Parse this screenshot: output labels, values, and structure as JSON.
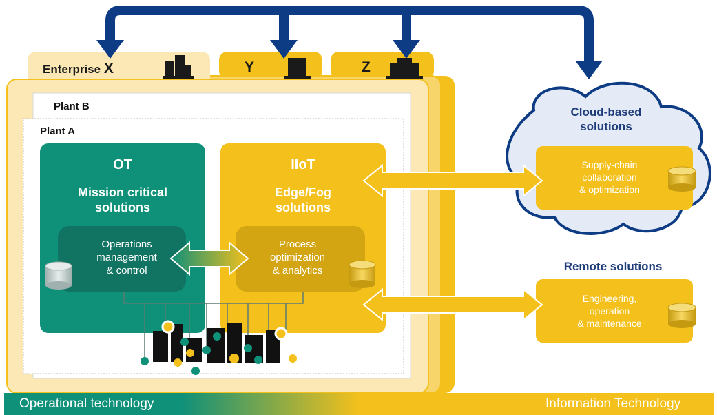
{
  "enterprise": {
    "tab_x_prefix": "Enterprise",
    "tab_x_letter": "X",
    "tab_y_letter": "Y",
    "tab_z_letter": "Z",
    "building_icon": "building-icon"
  },
  "plants": {
    "plant_b": "Plant B",
    "plant_a": "Plant A"
  },
  "ot_panel": {
    "title": "OT",
    "subtitle_line1": "Mission critical",
    "subtitle_line2": "solutions",
    "inner_line1": "Operations",
    "inner_line2": "management",
    "inner_line3": "& control",
    "color": "#0f9079"
  },
  "iiot_panel": {
    "title": "IIoT",
    "subtitle_line1": "Edge/Fog",
    "subtitle_line2": "solutions",
    "inner_line1": "Process",
    "inner_line2": "optimization",
    "inner_line3": "& analytics",
    "color": "#f3c01c"
  },
  "cloud": {
    "heading_line1": "Cloud-based",
    "heading_line2": "solutions",
    "box_line1": "Supply-chain",
    "box_line2": "collaboration",
    "box_line3": "& optimization"
  },
  "remote": {
    "heading": "Remote solutions",
    "box_line1": "Engineering,",
    "box_line2": "operation",
    "box_line3": "& maintenance"
  },
  "bottom_bar": {
    "left_label": "Operational technology",
    "right_label": "Information Technology"
  },
  "colors": {
    "navy": "#0d3c84",
    "teal": "#0f9079",
    "gold": "#f3c01c",
    "cream": "#fbe8b5",
    "cloud": "#e4ebf6"
  }
}
